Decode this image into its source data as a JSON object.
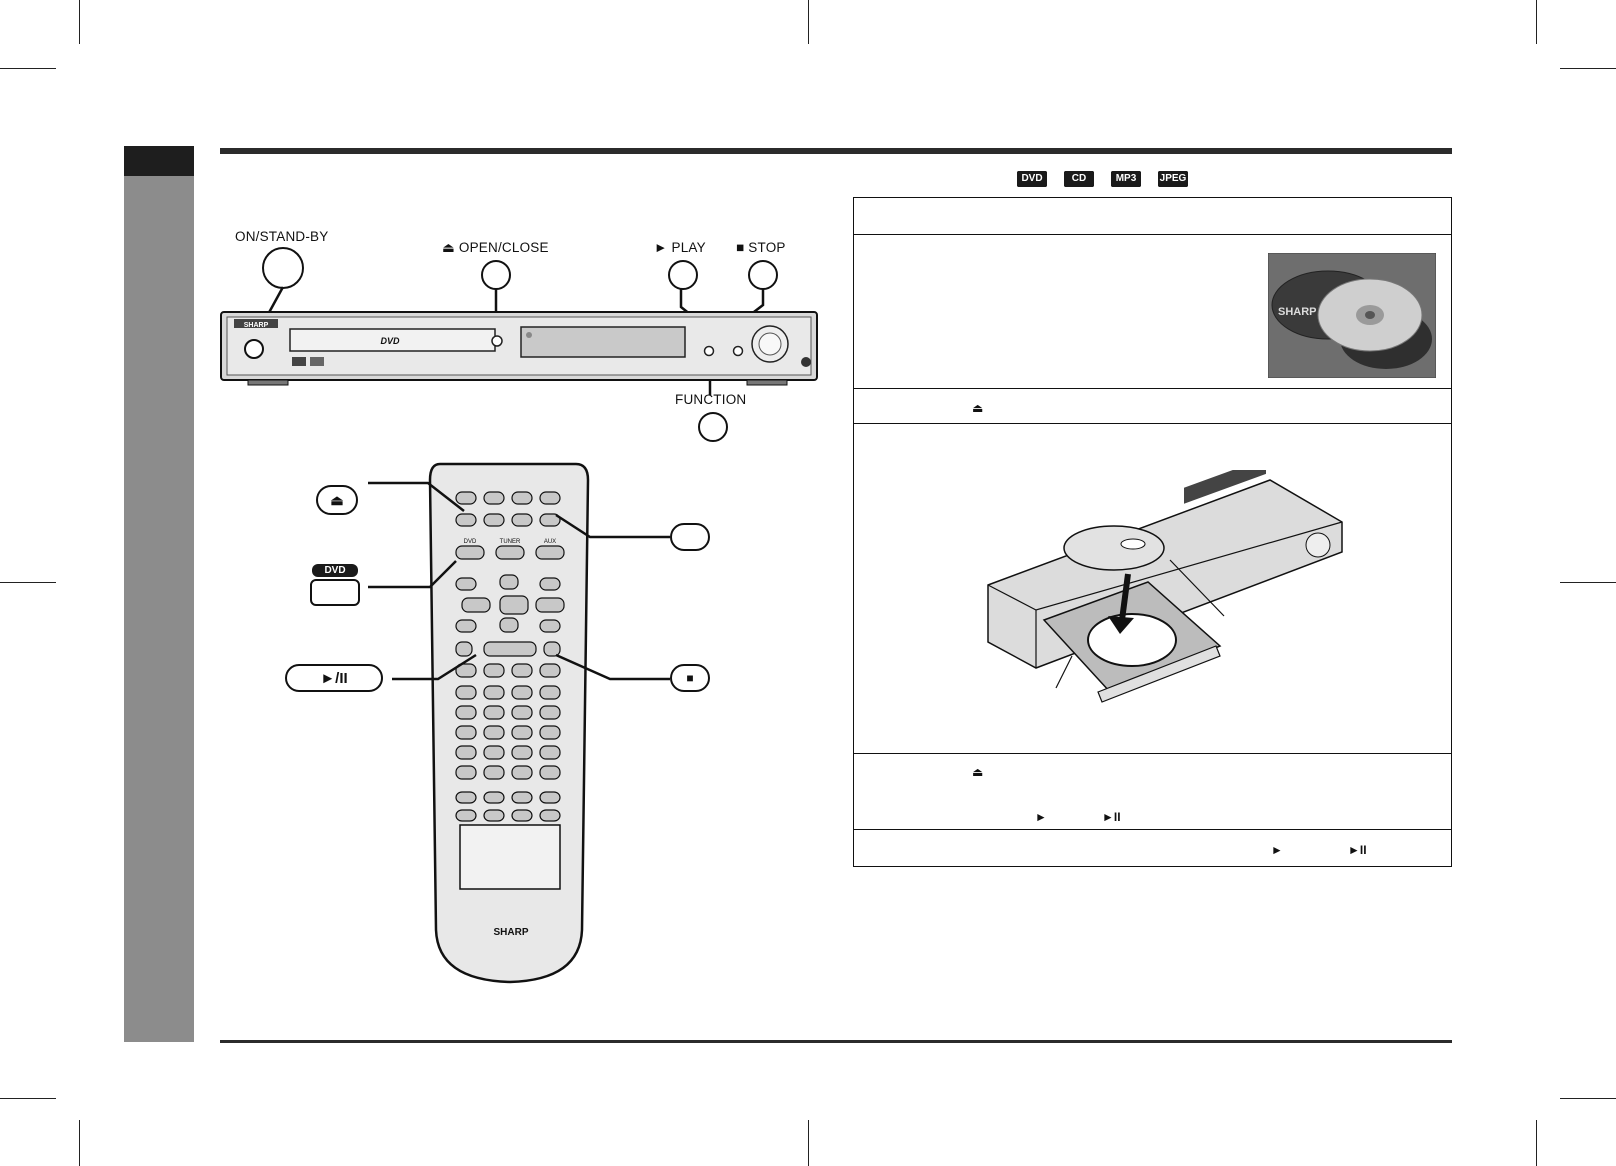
{
  "device_labels": {
    "on_standby": "ON/STAND-BY",
    "open_close": "⏏ OPEN/CLOSE",
    "play": "► PLAY",
    "stop": "■ STOP",
    "function": "FUNCTION"
  },
  "brand": "SHARP",
  "disc_badges": [
    "DVD",
    "CD",
    "MP3",
    "JPEG"
  ],
  "remote": {
    "dvd_badge": "DVD",
    "play_pause_label": "►/II",
    "source_labels": [
      "DVD",
      "TUNER",
      "AUX"
    ]
  },
  "steps": {
    "open_symbol": "⏏",
    "play_symbol": "►",
    "play_pause_symbol": "►II"
  },
  "icons": [
    "eject-icon",
    "play-icon",
    "stop-icon",
    "play-pause-icon"
  ]
}
